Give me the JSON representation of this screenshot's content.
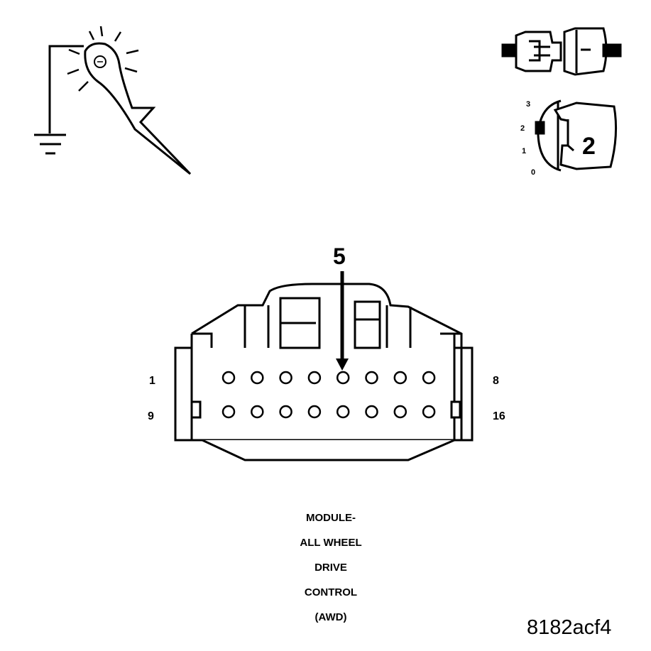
{
  "connector": {
    "callout_pin": "5",
    "row1_left": "1",
    "row1_right": "8",
    "row2_left": "9",
    "row2_right": "16",
    "pin_count_per_row": 8,
    "highlighted_pin": 5
  },
  "ignition_switch": {
    "positions": [
      "3",
      "2",
      "1",
      "0"
    ],
    "selected": "2"
  },
  "caption": {
    "line1": "MODULE-",
    "line2": "ALL WHEEL",
    "line3": "DRIVE",
    "line4": "CONTROL",
    "line5": "(AWD)"
  },
  "figure_code": "8182acf4",
  "icons": [
    "test-light-probe-icon",
    "connector-disconnect-icon",
    "ignition-key-icon",
    "ground-symbol-icon"
  ]
}
